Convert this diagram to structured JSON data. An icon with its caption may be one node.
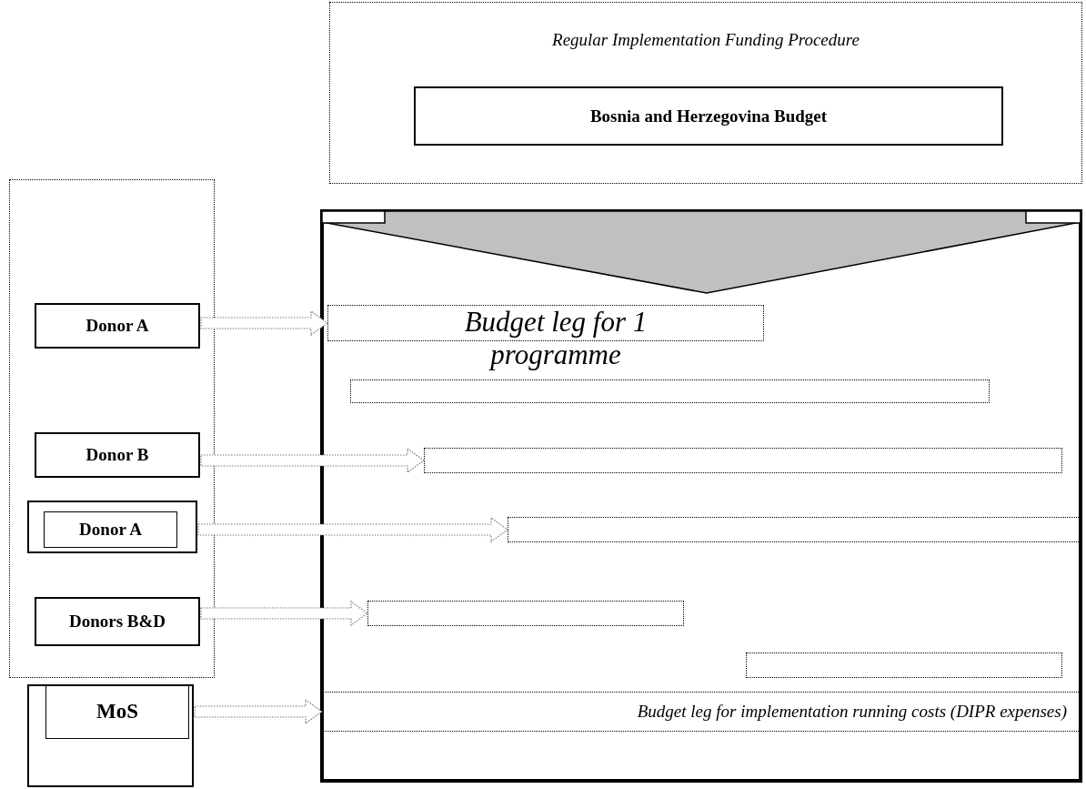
{
  "diagram": {
    "nodes": [
      {
        "text": [
          "Regular Implementation Funding Procedure"
        ]
      },
      {
        "text": [
          "Bosnia and Herzegovina Budget"
        ],
        "in": 0
      },
      {
        "text": [],
        "shape": "box"
      },
      {
        "text": [
          "Donor A"
        ],
        "in": 2
      },
      {
        "text": [
          "Donor B"
        ],
        "in": 2
      },
      {
        "text": [],
        "shape": "box",
        "in": 2
      },
      {
        "text": [
          "Donor A"
        ],
        "in": 5
      },
      {
        "text": [
          "Donors B&D"
        ],
        "in": 2
      },
      {
        "text": [],
        "shape": "box"
      },
      {
        "text": [
          "MoS"
        ],
        "in": 8
      },
      {
        "text": [],
        "shape": "box"
      },
      {
        "text": [],
        "shape": "triangle",
        "in": 10
      },
      {
        "text": [
          "Budget leg for 1 programme"
        ],
        "in": 10
      },
      {
        "text": [],
        "shape": "bar",
        "in": 10
      },
      {
        "text": [],
        "shape": "bar",
        "in": 10
      },
      {
        "text": [],
        "shape": "bar",
        "in": 10
      },
      {
        "text": [],
        "shape": "bar",
        "in": 10
      },
      {
        "text": [],
        "shape": "bar",
        "in": 10
      },
      {
        "text": [
          "Budget leg for implementation running costs (DIPR expenses)"
        ],
        "in": 10
      }
    ],
    "edges": [
      {
        "from": 3,
        "to": 12,
        "arrow": "to"
      },
      {
        "from": 4,
        "to": 14,
        "arrow": "to"
      },
      {
        "from": 5,
        "to": 15,
        "arrow": "to"
      },
      {
        "from": 7,
        "to": 16,
        "arrow": "to"
      },
      {
        "from": 8,
        "to": 18,
        "arrow": "to"
      }
    ]
  }
}
